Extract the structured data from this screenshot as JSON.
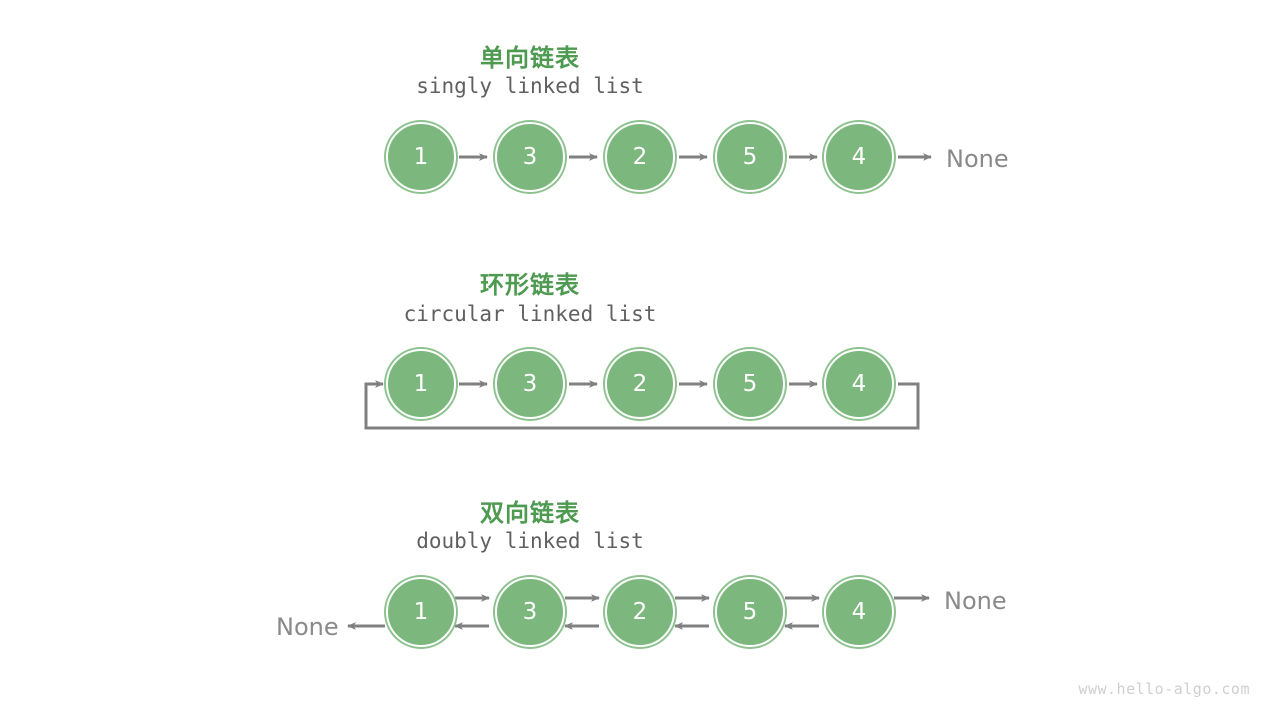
{
  "background": "#ffffff",
  "colors": {
    "node_fill": "#7cb87e",
    "node_ring": "#8dc28f",
    "node_text": "#ffffff",
    "title_green": "#4e9a51",
    "subtitle_gray": "#606060",
    "arrow_gray": "#808080",
    "none_gray": "#8a8a8a",
    "watermark_gray": "#cfcfcf"
  },
  "sections": [
    {
      "id": "singly",
      "title_cn": "单向链表",
      "title_en": "singly linked list",
      "nodes": [
        "1",
        "3",
        "2",
        "5",
        "4"
      ],
      "tail_label": "None",
      "head_label": null
    },
    {
      "id": "circular",
      "title_cn": "环形链表",
      "title_en": "circular linked list",
      "nodes": [
        "1",
        "3",
        "2",
        "5",
        "4"
      ],
      "tail_label": null,
      "head_label": null
    },
    {
      "id": "doubly",
      "title_cn": "双向链表",
      "title_en": "doubly linked list",
      "nodes": [
        "1",
        "3",
        "2",
        "5",
        "4"
      ],
      "tail_label": "None",
      "head_label": "None"
    }
  ],
  "watermark": "www.hello-algo.com"
}
